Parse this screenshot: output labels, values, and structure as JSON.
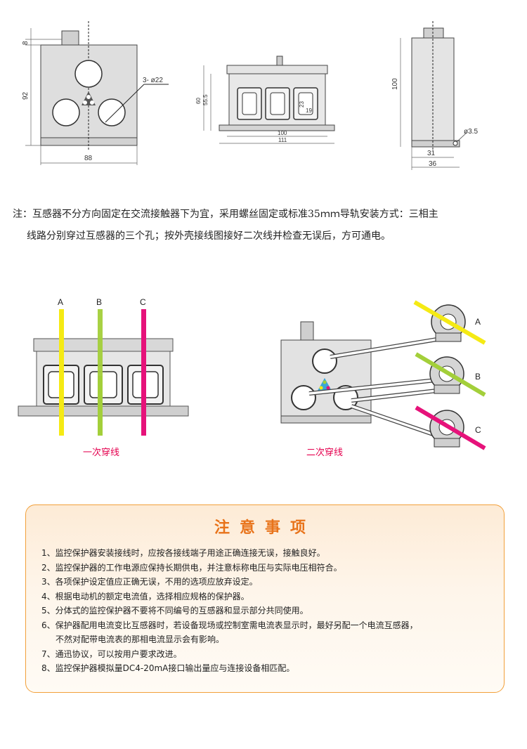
{
  "dimensions": {
    "front": {
      "d8": "8",
      "d92": "92",
      "d88": "88",
      "hole": "3- ø22"
    },
    "side": {
      "d60": "60",
      "d55": "55.5",
      "d23": "23",
      "d19": "19",
      "d100": "100",
      "d111": "111"
    },
    "end": {
      "d100": "100",
      "d35": "ø3.5",
      "d31": "31",
      "d36": "36"
    }
  },
  "note": {
    "line1": "注：互感器不分方向固定在交流接触器下为宜，采用螺丝固定或标准35ｍｍ导轨安装方式：三相主",
    "line2": "线路分别穿过互感器的三个孔；按外壳接线图接好二次线并检查无误后，方可通电。"
  },
  "wiring": {
    "phases": [
      "A",
      "B",
      "C"
    ],
    "primary_caption": "一次穿线",
    "secondary_caption": "二次穿线",
    "colors": {
      "A": "#f5ea14",
      "B": "#a3cf3a",
      "C": "#e6127a"
    }
  },
  "notice": {
    "title": "注意事项",
    "items": [
      {
        "text": "1、监控保护器安装接线时，应按各接线端子用途正确连接无误，接触良好。",
        "cont": ""
      },
      {
        "text": "2、监控保护器的工作电源应保持长期供电，并注意标称电压与实际电压相符合。",
        "cont": ""
      },
      {
        "text": "3、各项保护设定值应正确无误，不用的选项应放弃设定。",
        "cont": ""
      },
      {
        "text": "4、根据电动机的额定电流值，选择相应规格的保护器。",
        "cont": ""
      },
      {
        "text": "5、分体式的监控保护器不要将不同编号的互感器和显示部分共同使用。",
        "cont": ""
      },
      {
        "text": "6、保护器配用电流变比互感器时，若设备现场或控制室需电流表显示时，最好另配一个电流互感器，",
        "cont": "不然对配带电流表的那相电流显示会有影响。"
      },
      {
        "text": "7、通迅协议，可以按用户要求改进。",
        "cont": ""
      },
      {
        "text": "8、监控保护器模拟量DC4-20mA接口输出量应与连接设备相匹配。",
        "cont": ""
      }
    ]
  }
}
